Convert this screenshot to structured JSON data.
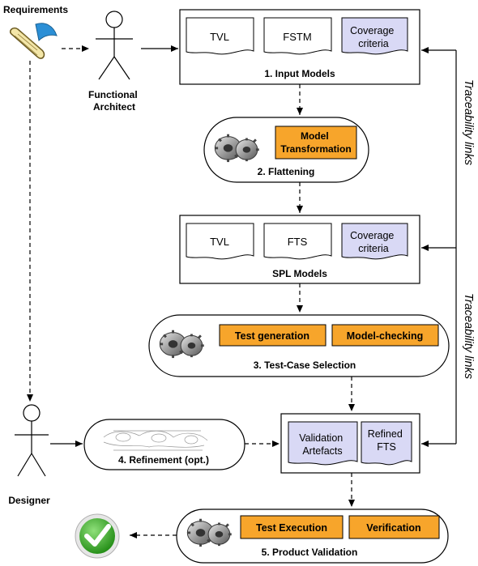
{
  "actors": {
    "requirements": "Requirements",
    "functional_architect": [
      "Functional",
      "Architect"
    ],
    "designer": "Designer"
  },
  "input_models": {
    "title": "1. Input Models",
    "docs": [
      "TVL",
      "FSTM"
    ],
    "coverage": [
      "Coverage",
      "criteria"
    ]
  },
  "flattening": {
    "title": "2. Flattening",
    "button": [
      "Model",
      "Transformation"
    ]
  },
  "spl_models": {
    "title": "SPL Models",
    "docs": [
      "TVL",
      "FTS"
    ],
    "coverage": [
      "Coverage",
      "criteria"
    ]
  },
  "test_case_selection": {
    "title": "3. Test-Case Selection",
    "buttons": [
      "Test generation",
      "Model-checking"
    ]
  },
  "refinement": {
    "title": "4. Refinement (opt.)"
  },
  "validation": {
    "artefacts": [
      "Validation",
      "Artefacts"
    ],
    "refined": [
      "Refined",
      "FTS"
    ]
  },
  "product_validation": {
    "title": "5. Product Validation",
    "buttons": [
      "Test Execution",
      "Verification"
    ]
  },
  "traceability": [
    "Traceability links",
    "Traceability links"
  ],
  "colors": {
    "accent_orange": "#f7a52b",
    "doc_blue": "#d9d9f5",
    "check_green": "#3fae2a"
  },
  "icons": [
    "scroll-icon",
    "gears-icon",
    "checkmark-icon",
    "actor-icon"
  ]
}
